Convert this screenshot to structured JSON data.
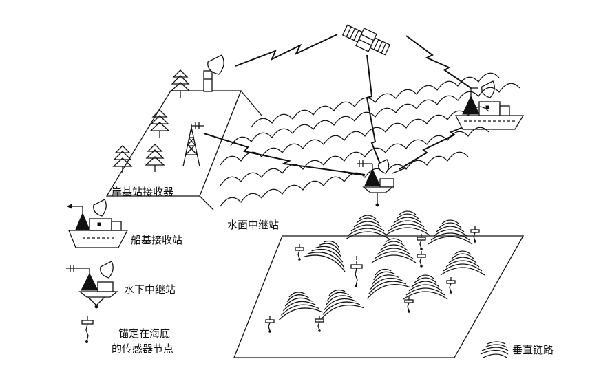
{
  "labels": {
    "shore_station": "岸基站接收器",
    "surface_relay": "水面中继站",
    "ship_station": "船基接收站",
    "underwater_relay": "水下中继站",
    "anchored_sensor_line1": "锚定在海底",
    "anchored_sensor_line2": "的传感器节点",
    "vertical_link": "垂直链路"
  },
  "colors": {
    "ink": "#111111",
    "background": "#ffffff"
  }
}
